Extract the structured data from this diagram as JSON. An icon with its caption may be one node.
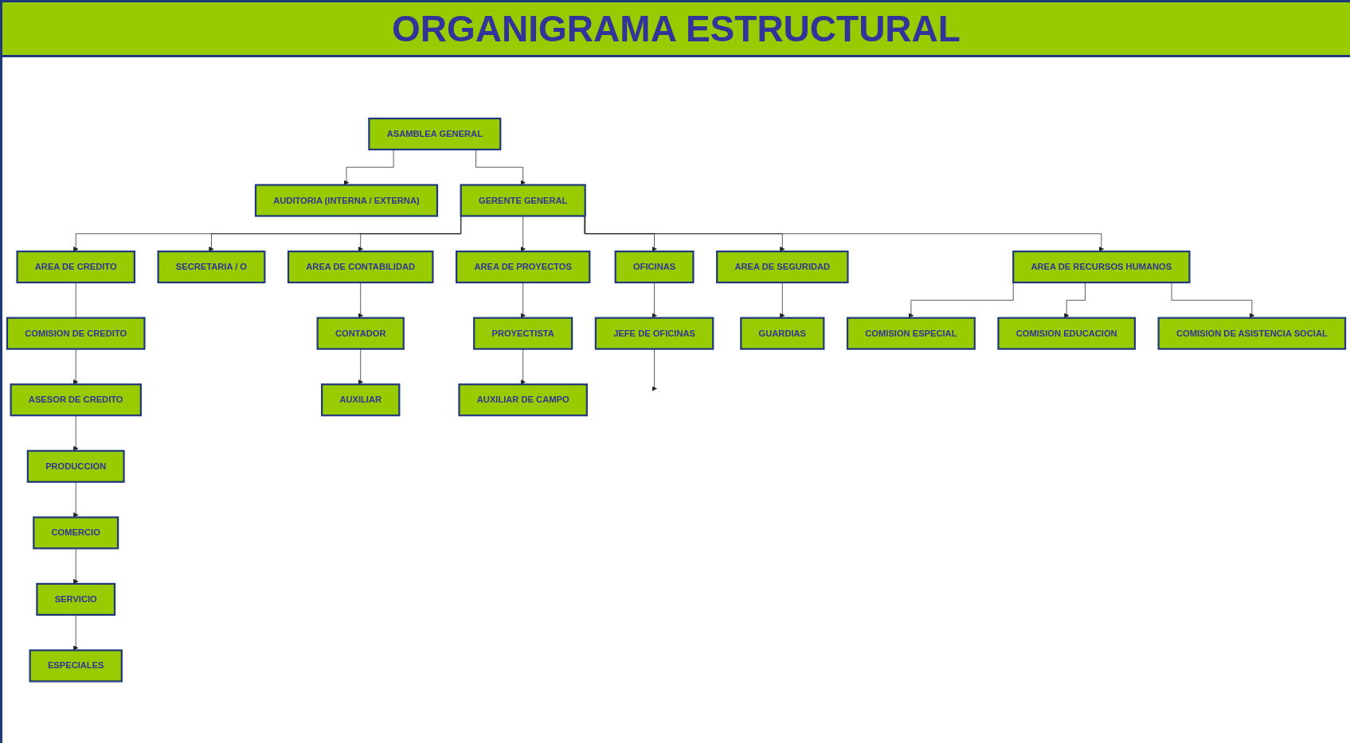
{
  "diagram": {
    "title": "ORGANIGRAMA ESTRUCTURAL",
    "nodes": [
      {
        "text": [
          "ASAMBLEA GENERAL"
        ]
      },
      {
        "text": [
          "AUDITORIA (INTERNA / EXTERNA)"
        ]
      },
      {
        "text": [
          "GERENTE GENERAL"
        ]
      },
      {
        "text": [
          "OFICINAS"
        ]
      },
      {
        "text": [
          "JEFE DE OFICINAS"
        ]
      },
      {
        "text": [
          "SECRETARIA / O"
        ]
      },
      {
        "text": [
          "AREA DE CREDITO"
        ]
      },
      {
        "text": [
          "AREA DE CONTABILIDAD"
        ]
      },
      {
        "text": [
          "AREA DE PROYECTOS"
        ]
      },
      {
        "text": [
          "AREA DE RECURSOS HUMANOS"
        ]
      },
      {
        "text": [
          "AREA DE SEGURIDAD"
        ]
      },
      {
        "text": [
          "COMISION DE CREDITO"
        ]
      },
      {
        "text": [
          "CONTADOR"
        ]
      },
      {
        "text": [
          "PROYECTISTA"
        ]
      },
      {
        "text": [
          "GUARDIAS"
        ]
      },
      {
        "text": [
          "ASESOR DE CREDITO"
        ]
      },
      {
        "text": [
          "PRODUCCION"
        ]
      },
      {
        "text": [
          "AUXILIAR"
        ]
      },
      {
        "text": [
          "AUXILIAR DE CAMPO"
        ]
      },
      {
        "text": [
          "COMISION ESPECIAL"
        ]
      },
      {
        "text": [
          "COMERCIO"
        ]
      },
      {
        "text": [
          "COMISION EDUCACION"
        ]
      },
      {
        "text": [
          "SERVICIO"
        ]
      },
      {
        "text": [
          "COMISION DE ASISTENCIA SOCIAL"
        ]
      },
      {
        "text": [
          "ESPECIALES"
        ]
      }
    ],
    "edges": [
      {
        "from": 0,
        "to": 1,
        "arrow": "to"
      },
      {
        "from": 0,
        "to": 2,
        "arrow": "to"
      },
      {
        "from": 2,
        "to": 3,
        "arrow": "to"
      },
      {
        "from": 3,
        "to": 4,
        "arrow": "to"
      },
      {
        "from": 2,
        "to": 5,
        "arrow": "to"
      },
      {
        "from": 2,
        "to": 6,
        "arrow": "to"
      },
      {
        "from": 2,
        "to": 7,
        "arrow": "to"
      },
      {
        "from": 2,
        "to": 8,
        "arrow": "to"
      },
      {
        "from": 2,
        "to": 9,
        "arrow": "to"
      },
      {
        "from": 2,
        "to": 10,
        "arrow": "to"
      },
      {
        "from": 6,
        "to": 11,
        "arrow": "none"
      },
      {
        "from": 11,
        "to": 15,
        "arrow": "to"
      },
      {
        "from": 15,
        "to": 16,
        "arrow": "to"
      },
      {
        "from": 16,
        "to": 20,
        "arrow": "to"
      },
      {
        "from": 20,
        "to": 22,
        "arrow": "to"
      },
      {
        "from": 22,
        "to": 24,
        "arrow": "to"
      },
      {
        "from": 7,
        "to": 12,
        "arrow": "to"
      },
      {
        "from": 12,
        "to": 17,
        "arrow": "to"
      },
      {
        "from": 8,
        "to": 13,
        "arrow": "to"
      },
      {
        "from": 13,
        "to": 18,
        "arrow": "to"
      },
      {
        "from": 10,
        "to": 14,
        "arrow": "to"
      },
      {
        "from": 9,
        "to": 19,
        "arrow": "to"
      },
      {
        "from": 9,
        "to": 21,
        "arrow": "to"
      },
      {
        "from": 9,
        "to": 23,
        "arrow": "to"
      },
      {
        "from": 4,
        "to": null,
        "arrow": "to"
      }
    ]
  }
}
